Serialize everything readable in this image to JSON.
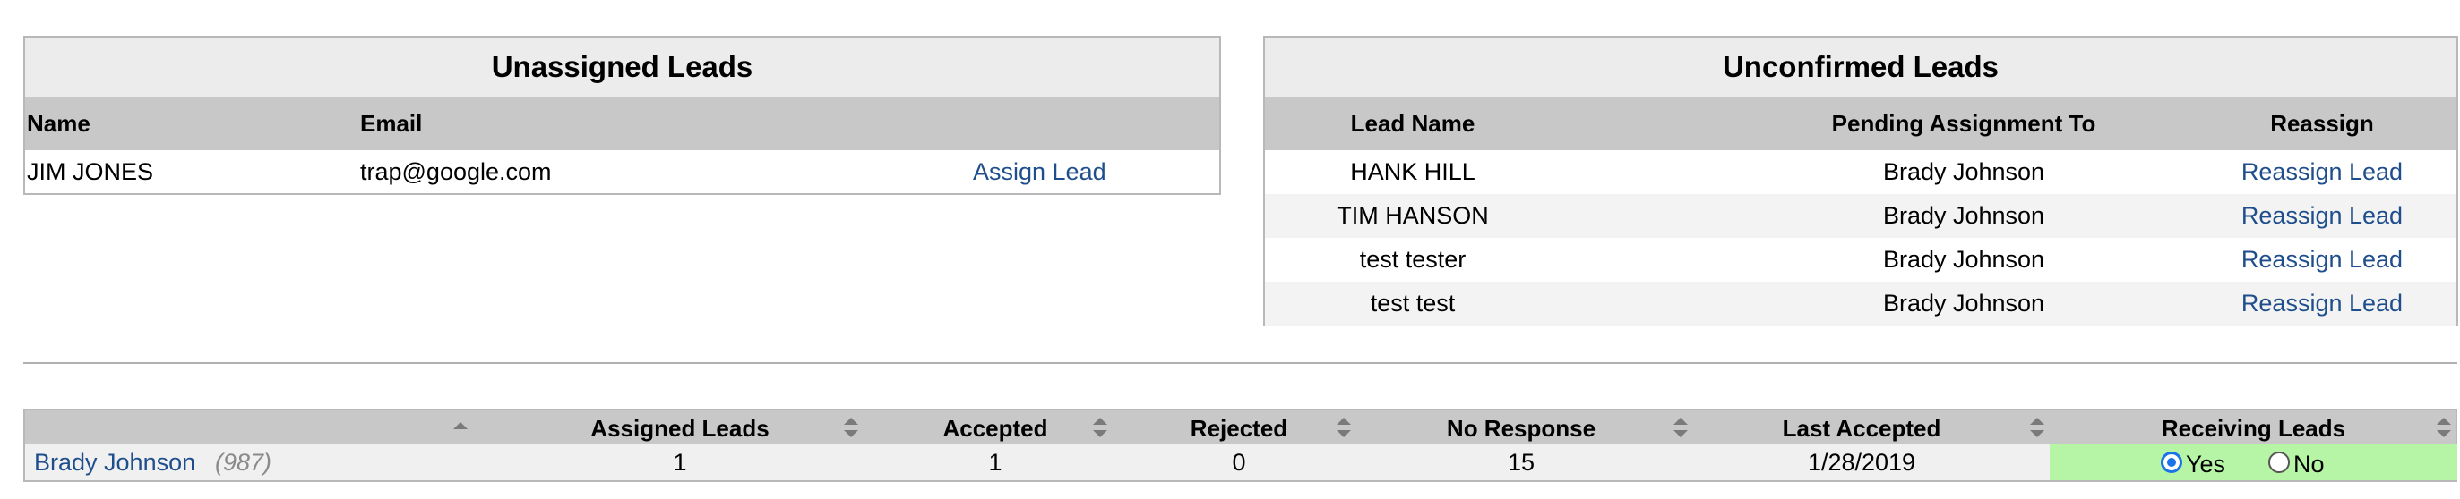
{
  "unassigned": {
    "title": "Unassigned Leads",
    "headers": {
      "name": "Name",
      "email": "Email"
    },
    "rows": [
      {
        "name": "JIM JONES",
        "email": "trap@google.com",
        "action": "Assign Lead"
      }
    ]
  },
  "unconfirmed": {
    "title": "Unconfirmed Leads",
    "headers": {
      "lead_name": "Lead Name",
      "pending": "Pending Assignment To",
      "reassign": "Reassign"
    },
    "rows": [
      {
        "lead": "HANK HILL",
        "pending": "Brady Johnson",
        "action": "Reassign Lead"
      },
      {
        "lead": "TIM HANSON",
        "pending": "Brady Johnson",
        "action": "Reassign Lead"
      },
      {
        "lead": "test tester",
        "pending": "Brady Johnson",
        "action": "Reassign Lead"
      },
      {
        "lead": "test test",
        "pending": "Brady Johnson",
        "action": "Reassign Lead"
      }
    ]
  },
  "agents": {
    "headers": {
      "assigned": "Assigned Leads",
      "accepted": "Accepted",
      "rejected": "Rejected",
      "no_response": "No Response",
      "last_accepted": "Last Accepted",
      "receiving": "Receiving Leads"
    },
    "rows": [
      {
        "name": "Brady Johnson",
        "count": "(987)",
        "assigned": "1",
        "accepted": "1",
        "rejected": "0",
        "no_response": "15",
        "last_accepted": "1/28/2019",
        "yes_label": "Yes",
        "no_label": "No",
        "receiving": "Yes"
      }
    ]
  },
  "colors": {
    "link": "#1f4e8c",
    "header_bg": "#c8c8c8",
    "title_bg": "#ececec",
    "receiving_bg": "#b6f5a6"
  }
}
